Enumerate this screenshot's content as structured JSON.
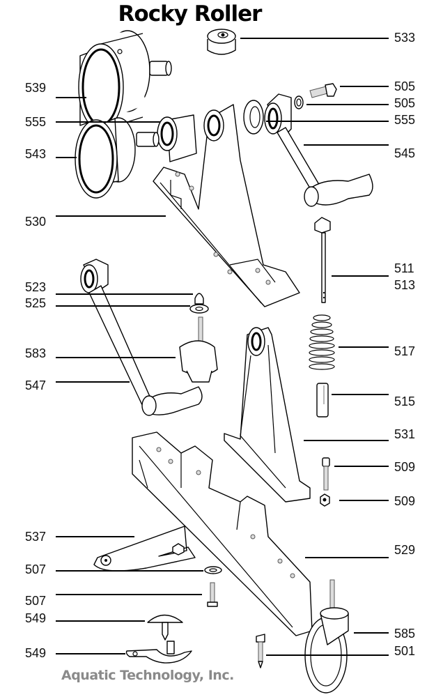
{
  "title": "Rocky Roller",
  "footer": "Aquatic Technology, Inc.",
  "callouts_left": [
    {
      "id": "539",
      "label": "539"
    },
    {
      "id": "555-left",
      "label": "555"
    },
    {
      "id": "543",
      "label": "543"
    },
    {
      "id": "530",
      "label": "530"
    },
    {
      "id": "523",
      "label": "523"
    },
    {
      "id": "525",
      "label": "525"
    },
    {
      "id": "583",
      "label": "583"
    },
    {
      "id": "547",
      "label": "547"
    },
    {
      "id": "537",
      "label": "537"
    },
    {
      "id": "507-washer",
      "label": "507"
    },
    {
      "id": "507-bolt",
      "label": "507"
    },
    {
      "id": "549-cap",
      "label": "549"
    },
    {
      "id": "549-base",
      "label": "549"
    }
  ],
  "callouts_right": [
    {
      "id": "533",
      "label": "533"
    },
    {
      "id": "505-bolt",
      "label": "505"
    },
    {
      "id": "505-washer",
      "label": "505"
    },
    {
      "id": "555-right",
      "label": "555"
    },
    {
      "id": "545",
      "label": "545"
    },
    {
      "id": "511",
      "label": "511"
    },
    {
      "id": "513",
      "label": "513"
    },
    {
      "id": "517",
      "label": "517"
    },
    {
      "id": "515",
      "label": "515"
    },
    {
      "id": "531",
      "label": "531"
    },
    {
      "id": "509-bolt",
      "label": "509"
    },
    {
      "id": "509-nut",
      "label": "509"
    },
    {
      "id": "529",
      "label": "529"
    },
    {
      "id": "585",
      "label": "585"
    },
    {
      "id": "501",
      "label": "501"
    }
  ]
}
